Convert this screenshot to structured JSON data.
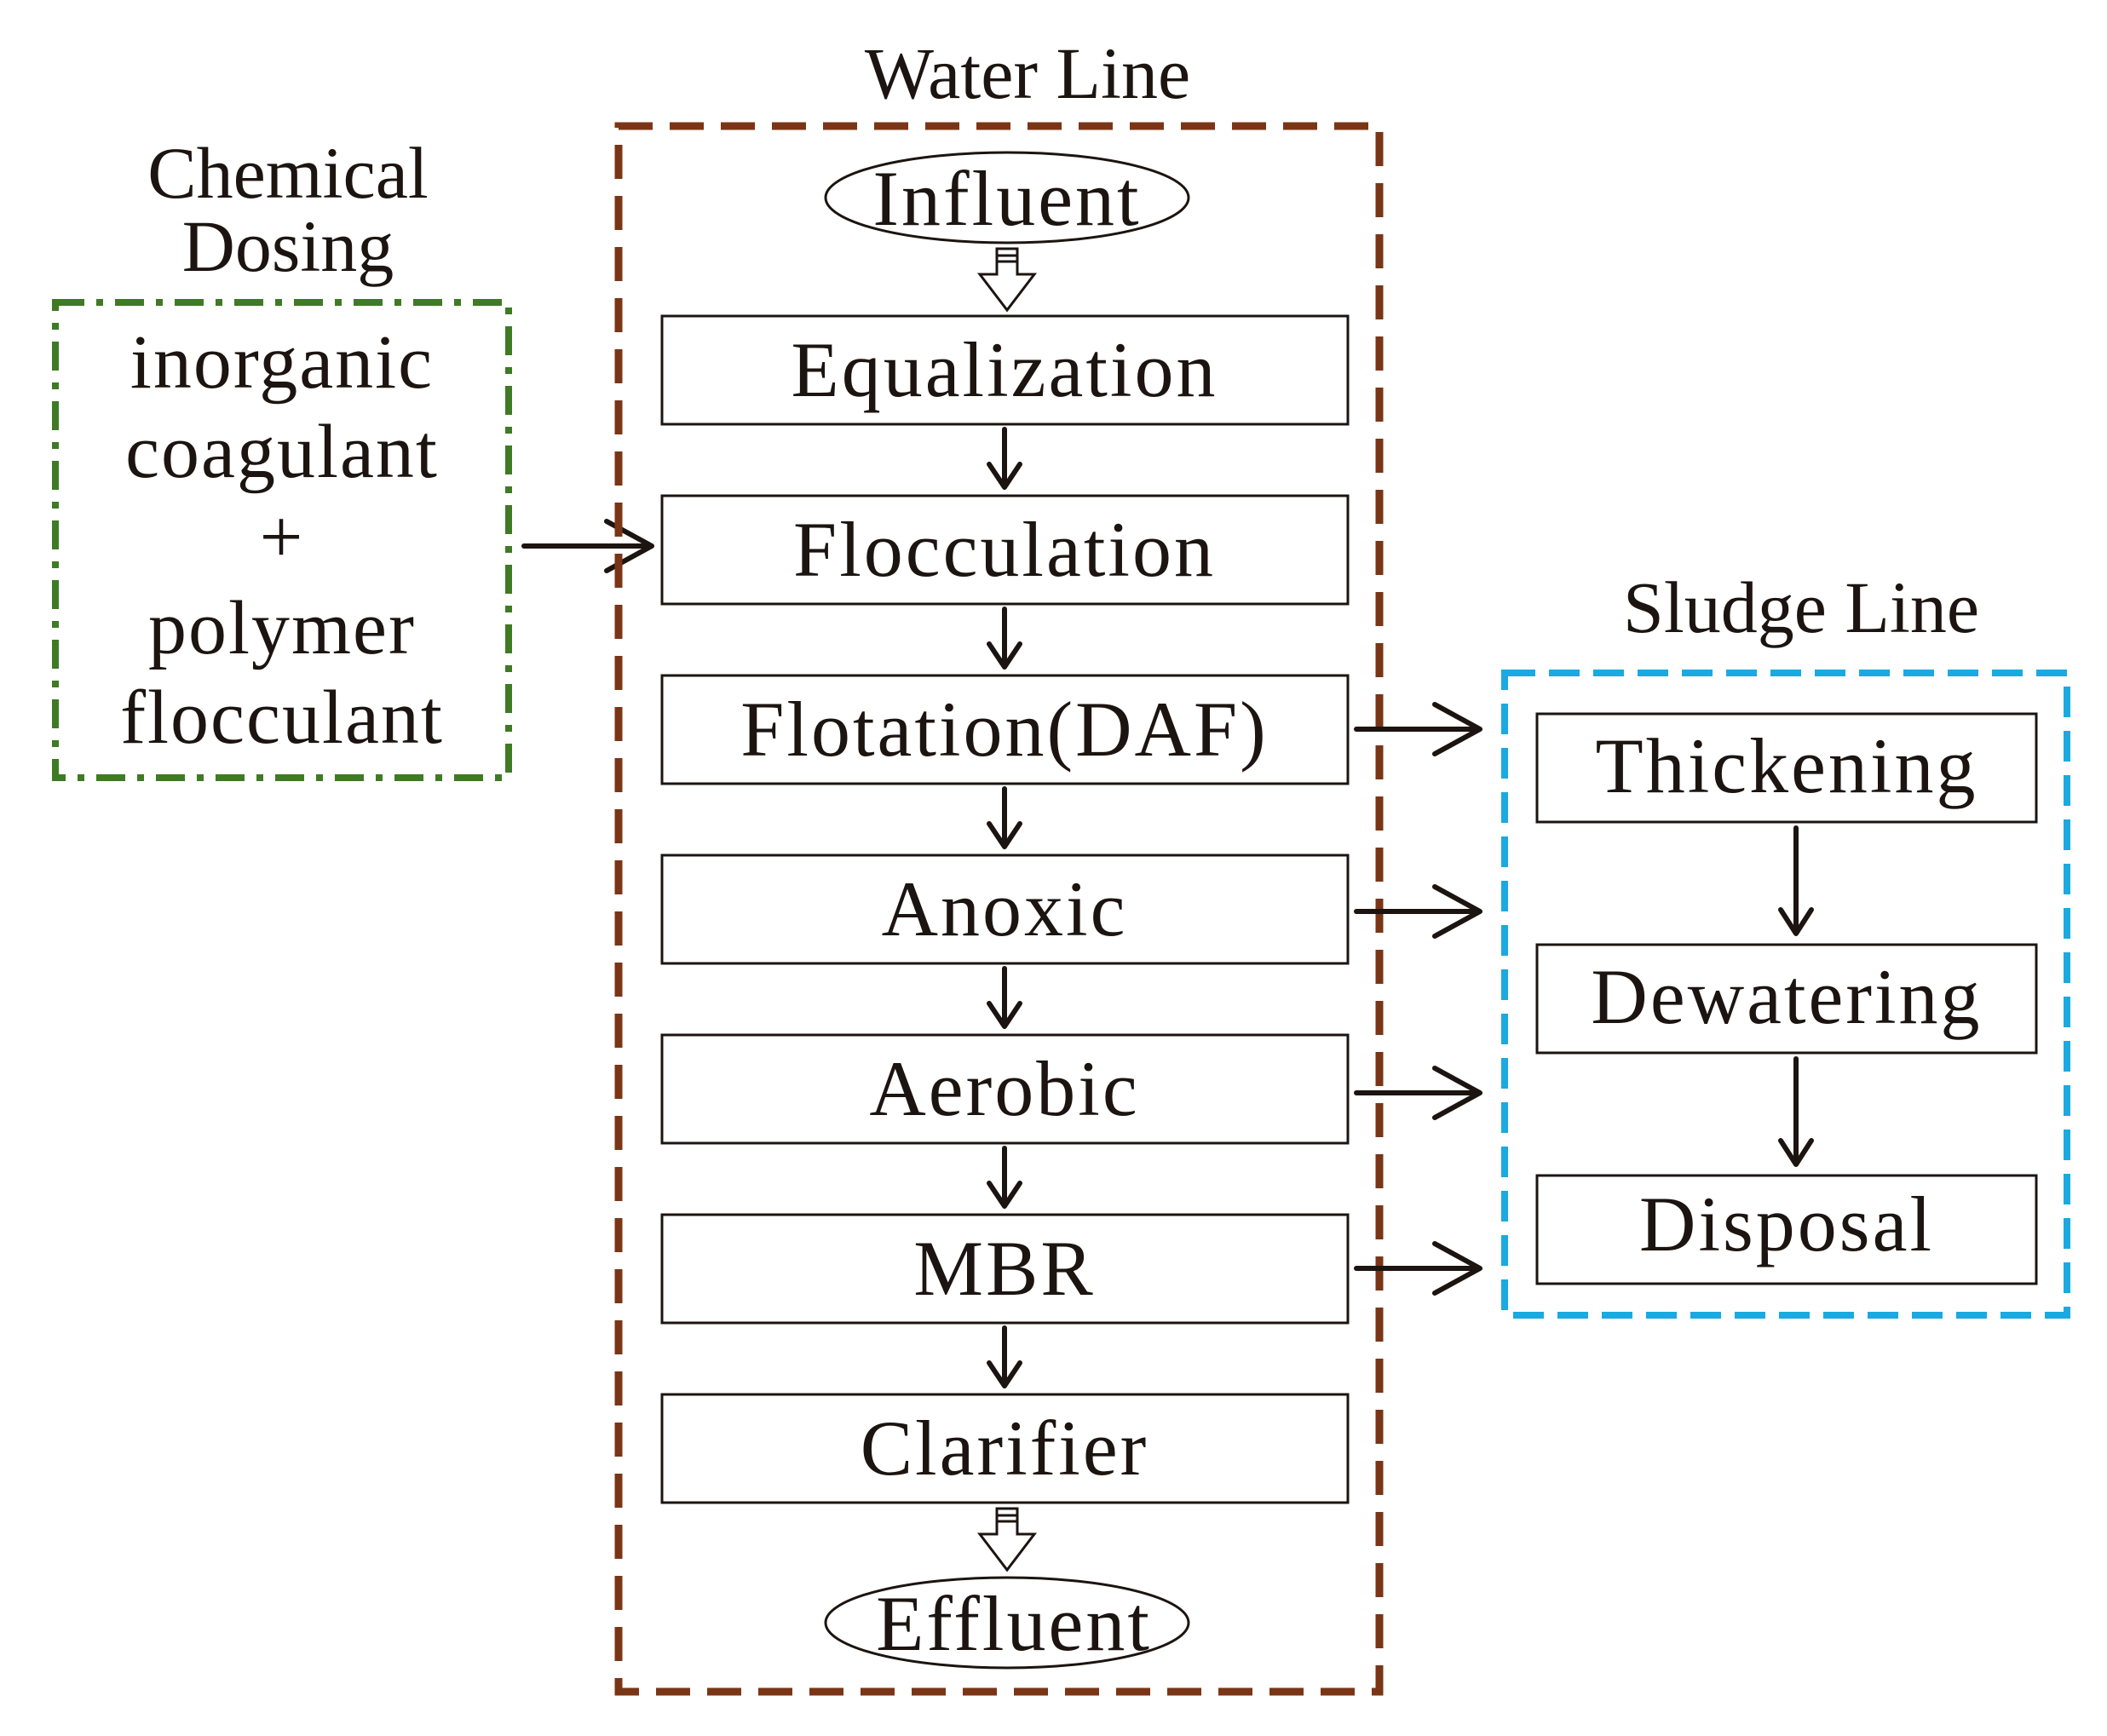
{
  "chemical_dosing": {
    "title_line1": "Chemical",
    "title_line2": "Dosing",
    "line1": "inorganic",
    "line2": "coagulant",
    "plus": "+",
    "line3": "polymer",
    "line4": "flocculant",
    "border_color": "#3f7a25"
  },
  "water_line": {
    "title": "Water Line",
    "border_color": "#7a3516",
    "influent": "Influent",
    "steps": [
      "Equalization",
      "Flocculation",
      "Flotation(DAF)",
      "Anoxic",
      "Aerobic",
      "MBR",
      "Clarifier"
    ],
    "effluent": "Effluent"
  },
  "sludge_line": {
    "title": "Sludge Line",
    "border_color": "#1ba9e1",
    "steps": [
      "Thickening",
      "Dewatering",
      "Disposal"
    ]
  }
}
